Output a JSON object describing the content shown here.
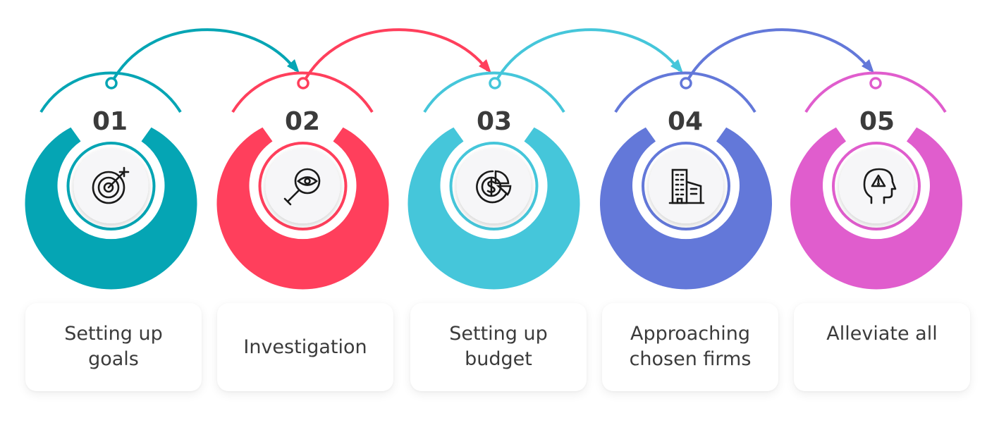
{
  "steps": [
    {
      "number": "01",
      "label": "Setting up\ngoals",
      "icon": "target-icon",
      "color": "#05A5B4"
    },
    {
      "number": "02",
      "label": "Investigation",
      "icon": "search-eye-icon",
      "color": "#FF3F5C"
    },
    {
      "number": "03",
      "label": "Setting up\nbudget",
      "icon": "dollar-pie-chart-icon",
      "color": "#45C6DA"
    },
    {
      "number": "04",
      "label": "Approaching\nchosen firms",
      "icon": "office-buildings-icon",
      "color": "#6378D9"
    },
    {
      "number": "05",
      "label": "Alleviate all",
      "icon": "head-warning-icon",
      "color": "#E05DCD"
    }
  ]
}
